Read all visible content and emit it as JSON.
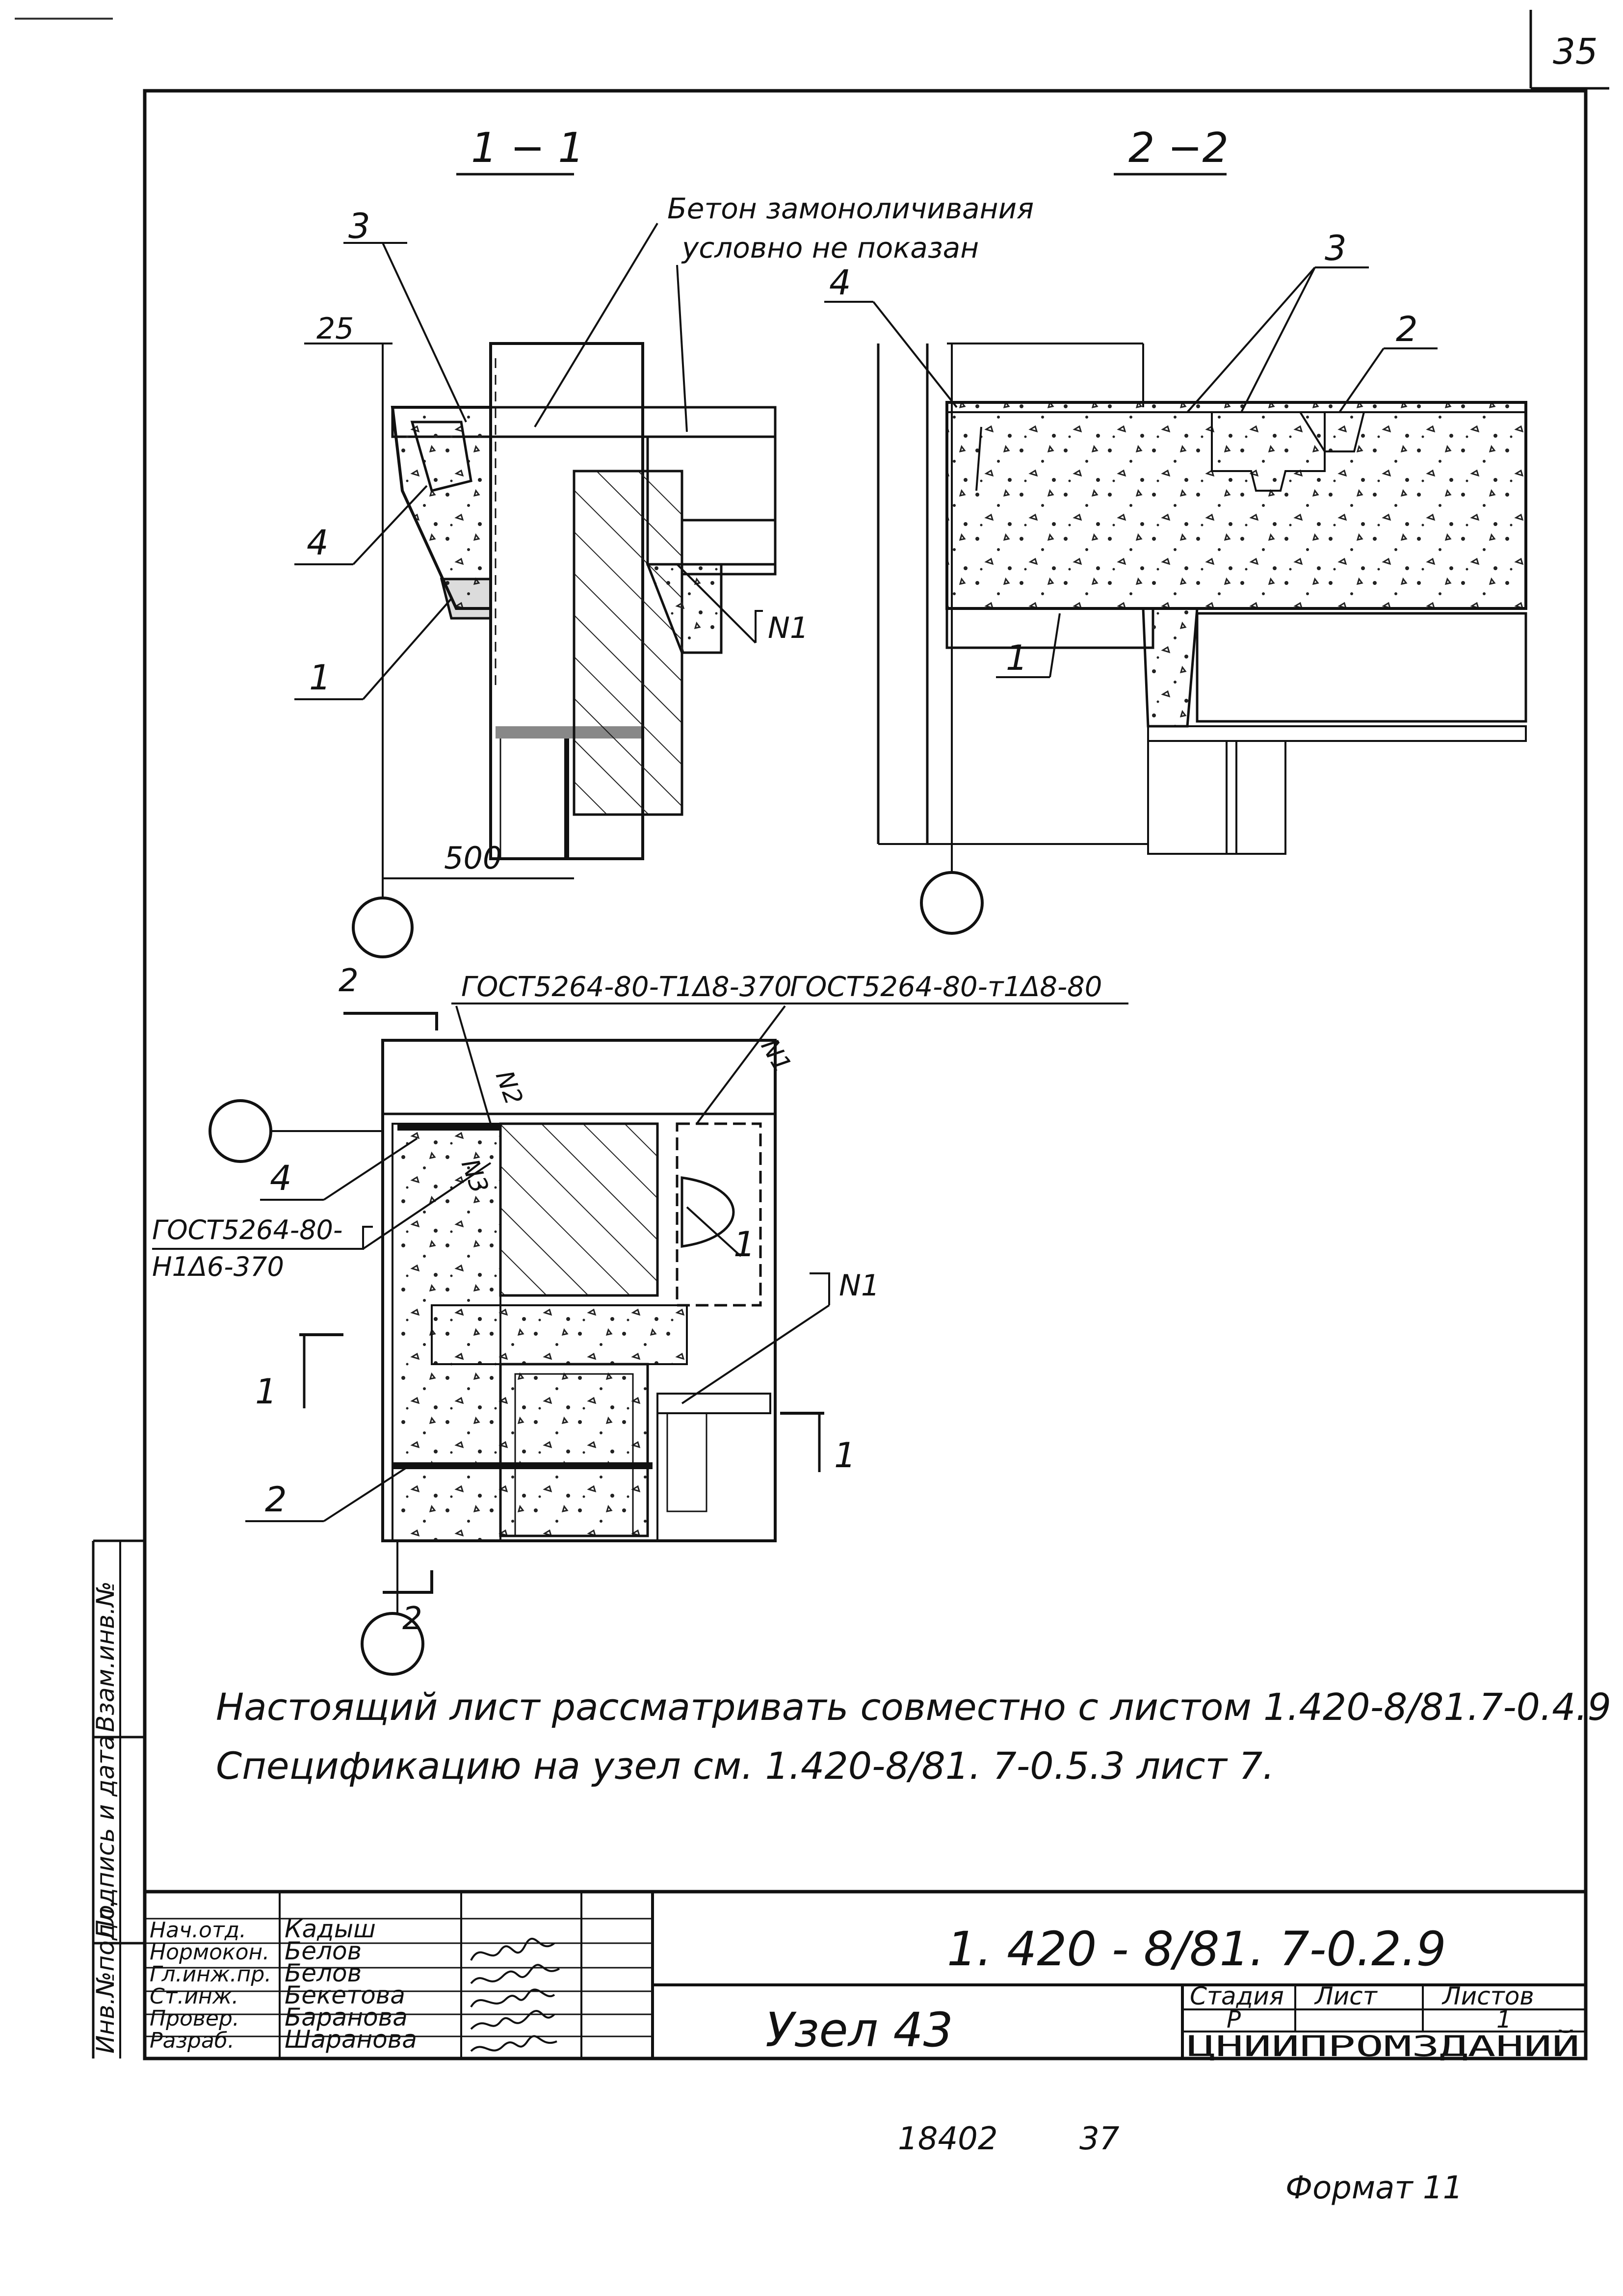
{
  "page_number": "35",
  "sections": {
    "s1": "1 − 1",
    "s2": "2 −2"
  },
  "notes": {
    "concrete_line1": "Бетон замоноличивания",
    "concrete_line2": "условно не показан"
  },
  "callouts": {
    "c1": "1",
    "c2": "2",
    "c3": "3",
    "c4": "4",
    "n1": "N1",
    "n2": "N2",
    "n3": "N3"
  },
  "dimensions": {
    "d25": "25",
    "d500": "500"
  },
  "welds": {
    "w1": "ГОСТ5264-80-Т1Δ8-370",
    "w2": "ГОСТ5264-80-т1Δ8-80",
    "w3_line1": "ГОСТ5264-80-",
    "w3_line2": "Н1Δ6-370"
  },
  "cut_marks": {
    "one": "1",
    "two": "2"
  },
  "general_notes": {
    "line1": "Настоящий лист рассматривать совместно с листом 1.420-8/81.7-0.4.9",
    "line2": "Спецификацию на узел см. 1.420-8/81. 7-0.5.3 лист 7."
  },
  "side_stamp": {
    "inv_podl": "Инв.№подл.",
    "podpis": "Подпись и дата",
    "vzam": "Взам.инв.№"
  },
  "title_block": {
    "doc_code": "1. 420 - 8/81. 7-0.2.9",
    "title": "Узел 43",
    "org": "ЦНИИПРОМЗДАНИЙ",
    "stage_header": "Стадия",
    "sheet_header": "Лист",
    "sheets_header": "Листов",
    "stage": "Р",
    "sheet": "",
    "sheets": "1",
    "staff": [
      {
        "role": "Нач.отд.",
        "name": "Кадыш"
      },
      {
        "role": "Нормокон.",
        "name": "Белов"
      },
      {
        "role": "Гл.инж.пр.",
        "name": "Белов"
      },
      {
        "role": "Ст.инж.",
        "name": "Бекетова"
      },
      {
        "role": "Провер.",
        "name": "Баранова"
      },
      {
        "role": "Разраб.",
        "name": "Шаранова"
      }
    ]
  },
  "footer": {
    "number": "18402",
    "page": "37",
    "format": "Формат 11"
  }
}
